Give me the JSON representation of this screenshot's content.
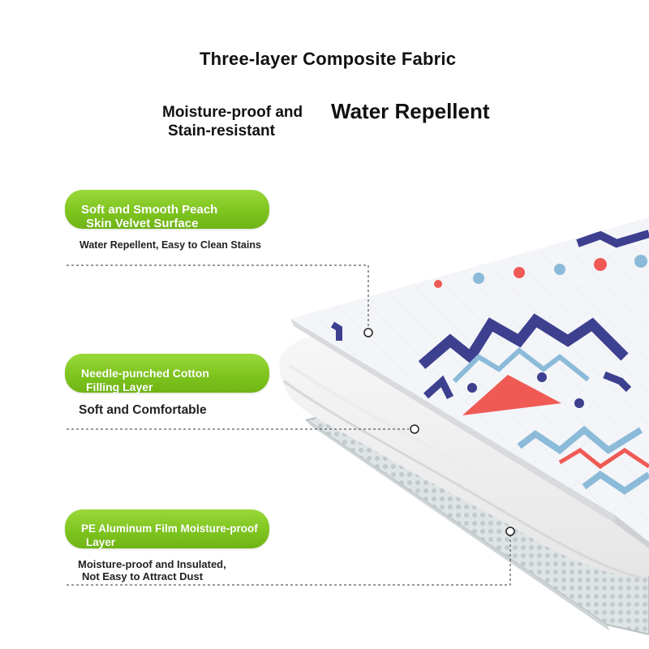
{
  "title": "Three-layer Composite Fabric",
  "subtitle_left": {
    "line1": "Moisture-proof and",
    "line2": "Stain-resistant"
  },
  "subtitle_right": "Water Repellent",
  "layers": [
    {
      "name_line1": "Soft and Smooth Peach",
      "name_line2": "Skin Velvet Surface",
      "description": "Water Repellent, Easy to Clean Stains"
    },
    {
      "name_line1": "Needle-punched Cotton",
      "name_line2": "Filling Layer",
      "description": "Soft and Comfortable"
    },
    {
      "name_line1": "PE Aluminum Film Moisture-proof",
      "name_line2": "Layer",
      "description_line1": "Moisture-proof and Insulated,",
      "description_line2": "Not Easy to Attract Dust"
    }
  ],
  "colors": {
    "pill_green": "#7fc51f",
    "pattern_navy": "#3d3f8f",
    "pattern_coral": "#ef5a55",
    "pattern_lightblue": "#8bbbd9"
  }
}
